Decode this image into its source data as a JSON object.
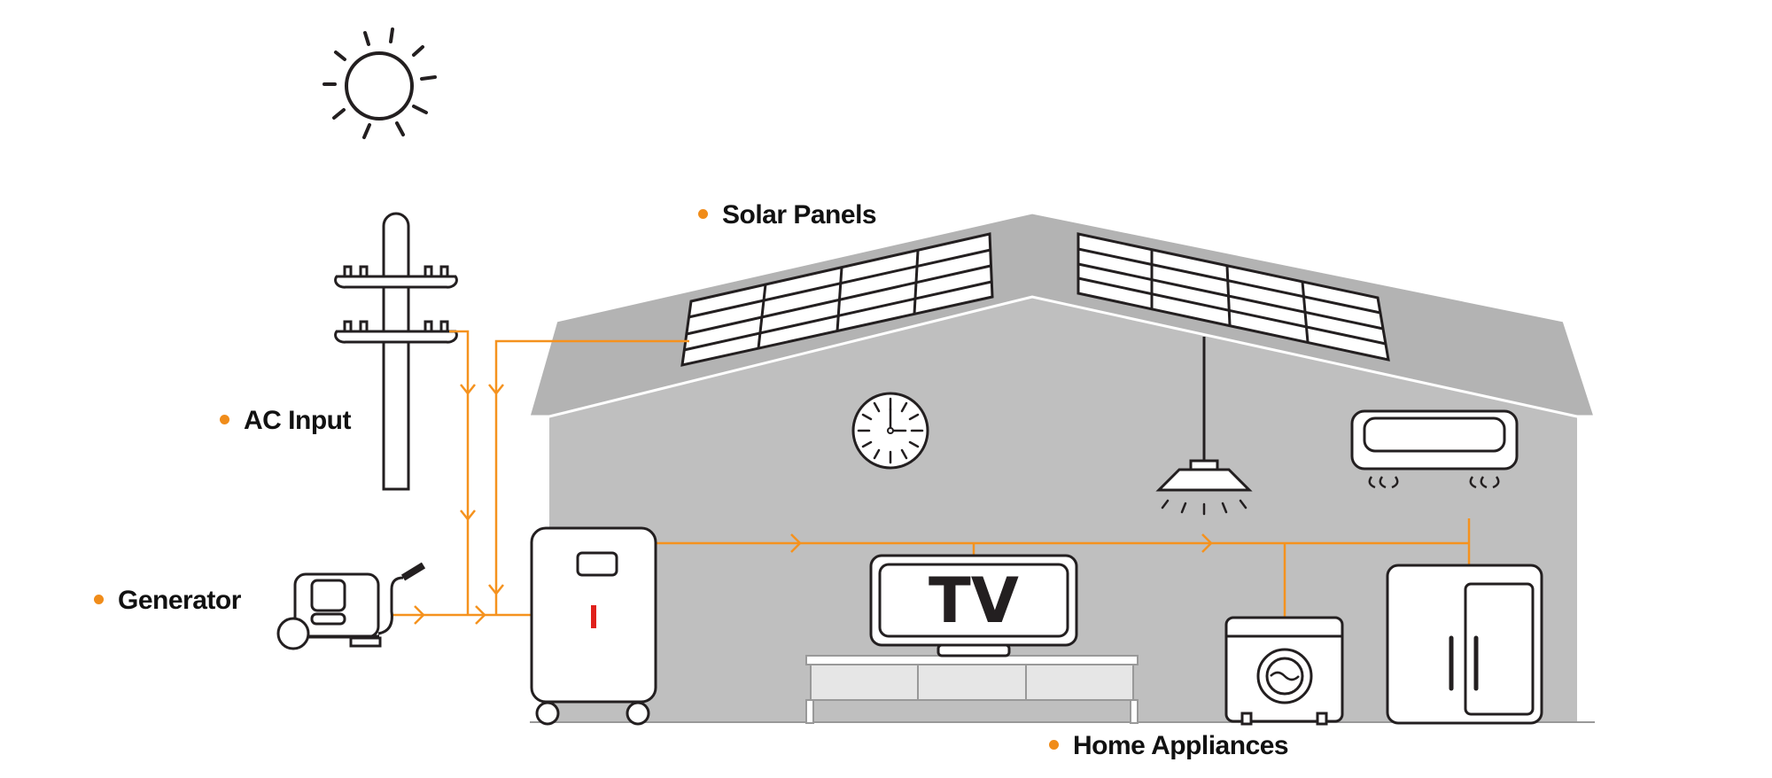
{
  "labels": {
    "solar_panels": "Solar Panels",
    "ac_input": "AC Input",
    "generator": "Generator",
    "home_appliances": "Home Appliances",
    "tv": "TV"
  },
  "colors": {
    "flow_line": "#f5921e",
    "label_dot": "#f08c1a",
    "house_fill": "#bfbfbf",
    "roof_fill": "#b3b3b3",
    "outline": "#231f20",
    "battery_indicator": "#e0201b"
  },
  "icons": [
    "sun-icon",
    "utility-pole-icon",
    "generator-icon",
    "solar-panel-icon",
    "clock-icon",
    "pendant-lamp-icon",
    "air-conditioner-icon",
    "power-station-icon",
    "tv-icon",
    "tv-stand-icon",
    "washing-machine-icon",
    "refrigerator-icon"
  ]
}
